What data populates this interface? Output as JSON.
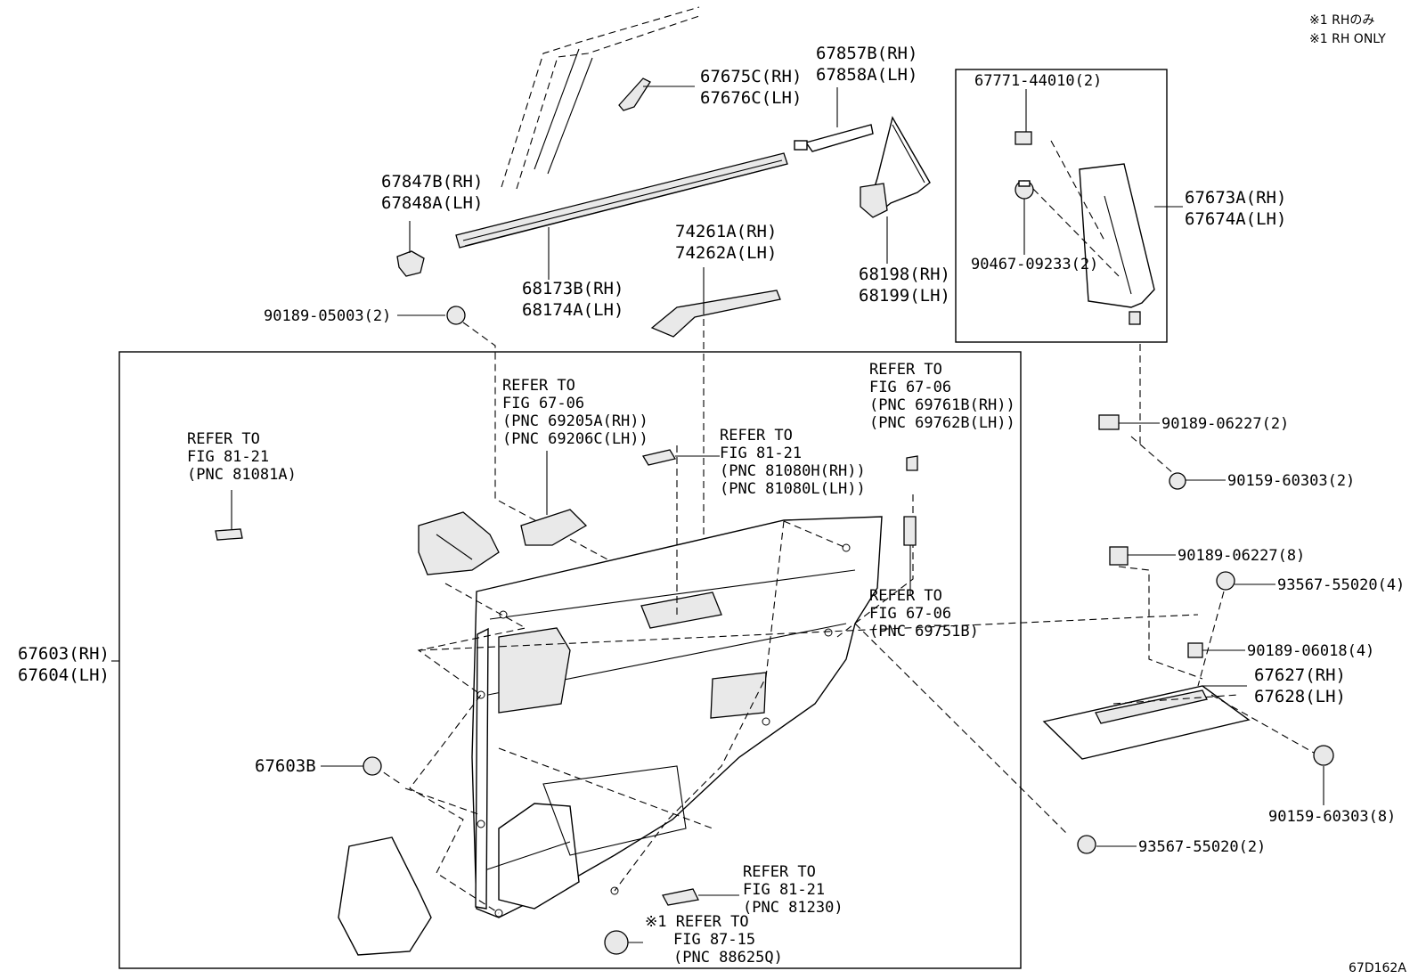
{
  "notes": {
    "note_jp": "※1 RHのみ",
    "note_en": "※1 RH ONLY",
    "figure_id": "67D162A"
  },
  "callouts": [
    {
      "id": "c_67675",
      "lines": [
        "67675C(RH)",
        "67676C(LH)"
      ]
    },
    {
      "id": "c_67857",
      "lines": [
        "67857B(RH)",
        "67858A(LH)"
      ]
    },
    {
      "id": "c_67847",
      "lines": [
        "67847B(RH)",
        "67848A(LH)"
      ]
    },
    {
      "id": "c_68173",
      "lines": [
        "68173B(RH)",
        "68174A(LH)"
      ]
    },
    {
      "id": "c_74261",
      "lines": [
        "74261A(RH)",
        "74262A(LH)"
      ]
    },
    {
      "id": "c_68198",
      "lines": [
        "68198(RH)",
        "68199(LH)"
      ]
    },
    {
      "id": "c_67771",
      "lines": [
        "67771-44010(2)"
      ]
    },
    {
      "id": "c_90467",
      "lines": [
        "90467-09233(2)"
      ]
    },
    {
      "id": "c_67673",
      "lines": [
        "67673A(RH)",
        "67674A(LH)"
      ]
    },
    {
      "id": "c_90189_05003",
      "lines": [
        "90189-05003(2)"
      ]
    },
    {
      "id": "c_90189_06227_2",
      "lines": [
        "90189-06227(2)"
      ]
    },
    {
      "id": "c_90159_60303_2",
      "lines": [
        "90159-60303(2)"
      ]
    },
    {
      "id": "c_90189_06227_8",
      "lines": [
        "90189-06227(8)"
      ]
    },
    {
      "id": "c_93567_55020_4",
      "lines": [
        "93567-55020(4)"
      ]
    },
    {
      "id": "c_90189_06018",
      "lines": [
        "90189-06018(4)"
      ]
    },
    {
      "id": "c_67627",
      "lines": [
        "67627(RH)",
        "67628(LH)"
      ]
    },
    {
      "id": "c_90159_60303_8",
      "lines": [
        "90159-60303(8)"
      ]
    },
    {
      "id": "c_93567_55020_2",
      "lines": [
        "93567-55020(2)"
      ]
    },
    {
      "id": "c_67603",
      "lines": [
        "67603(RH)",
        "67604(LH)"
      ]
    },
    {
      "id": "c_67603b",
      "lines": [
        "67603B"
      ]
    },
    {
      "id": "r_81081a",
      "lines": [
        "REFER TO",
        "FIG 81-21",
        "(PNC 81081A)"
      ]
    },
    {
      "id": "r_69205",
      "lines": [
        "REFER TO",
        "FIG 67-06",
        "(PNC 69205A(RH))",
        "(PNC 69206C(LH))"
      ]
    },
    {
      "id": "r_81080",
      "lines": [
        "REFER TO",
        "FIG 81-21",
        "(PNC 81080H(RH))",
        "(PNC 81080L(LH))"
      ]
    },
    {
      "id": "r_69761",
      "lines": [
        "REFER TO",
        "FIG 67-06",
        "(PNC 69761B(RH))",
        "(PNC 69762B(LH))"
      ]
    },
    {
      "id": "r_69751",
      "lines": [
        "REFER TO",
        "FIG 67-06",
        "(PNC 69751B)"
      ]
    },
    {
      "id": "r_81230",
      "lines": [
        "REFER TO",
        "FIG 81-21",
        "(PNC 81230)"
      ]
    },
    {
      "id": "r_88625",
      "lines": [
        "※1 REFER TO",
        "FIG 87-15",
        "(PNC 88625Q)"
      ]
    }
  ]
}
